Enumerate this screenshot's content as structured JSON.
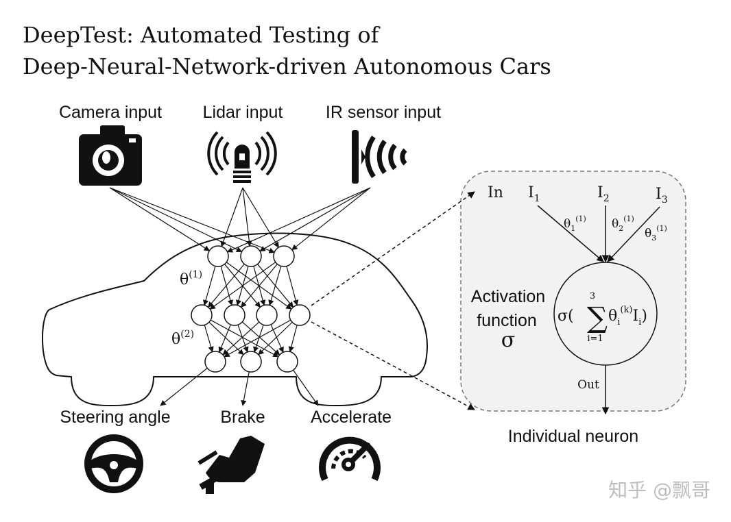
{
  "title": {
    "line1": "DeepTest: Automated Testing of",
    "line2": "Deep-Neural-Network-driven Autonomous Cars"
  },
  "inputs": [
    {
      "label": "Camera input",
      "icon": "camera-icon"
    },
    {
      "label": "Lidar input",
      "icon": "lidar-icon"
    },
    {
      "label": "IR sensor input",
      "icon": "ir-sensor-icon"
    }
  ],
  "network": {
    "layers": [
      3,
      4,
      3
    ],
    "theta1": "θ",
    "theta1_sup": "(1)",
    "theta2": "θ",
    "theta2_sup": "(2)"
  },
  "outputs": [
    {
      "label": "Steering angle",
      "icon": "steering-wheel-icon"
    },
    {
      "label": "Brake",
      "icon": "brake-pedal-icon"
    },
    {
      "label": "Accelerate",
      "icon": "speedometer-icon"
    }
  ],
  "neuron": {
    "in_label": "In",
    "inputs": [
      {
        "base": "I",
        "sub": "1",
        "w_base": "θ",
        "w_sub": "1",
        "w_sup": "(1)"
      },
      {
        "base": "I",
        "sub": "2",
        "w_base": "θ",
        "w_sub": "2",
        "w_sup": "(1)"
      },
      {
        "base": "I",
        "sub": "3",
        "w_base": "θ",
        "w_sub": "3",
        "w_sup": "(1)"
      }
    ],
    "activation_line1": "Activation",
    "activation_line2": "function",
    "activation_symbol": "σ",
    "formula": {
      "open": "σ(",
      "sum": "∑",
      "upper": "3",
      "lower": "i=1",
      "theta": "θ",
      "theta_sub": "i",
      "theta_sup": "(k)",
      "input": "I",
      "input_sub": "i",
      "close": ")"
    },
    "out_label": "Out",
    "caption": "Individual neuron"
  },
  "watermark": "知乎 @飘哥",
  "colors": {
    "ink": "#111111",
    "panel_fill": "#f2f2f2",
    "panel_border": "#777777",
    "watermark": "#bdbdbd"
  }
}
